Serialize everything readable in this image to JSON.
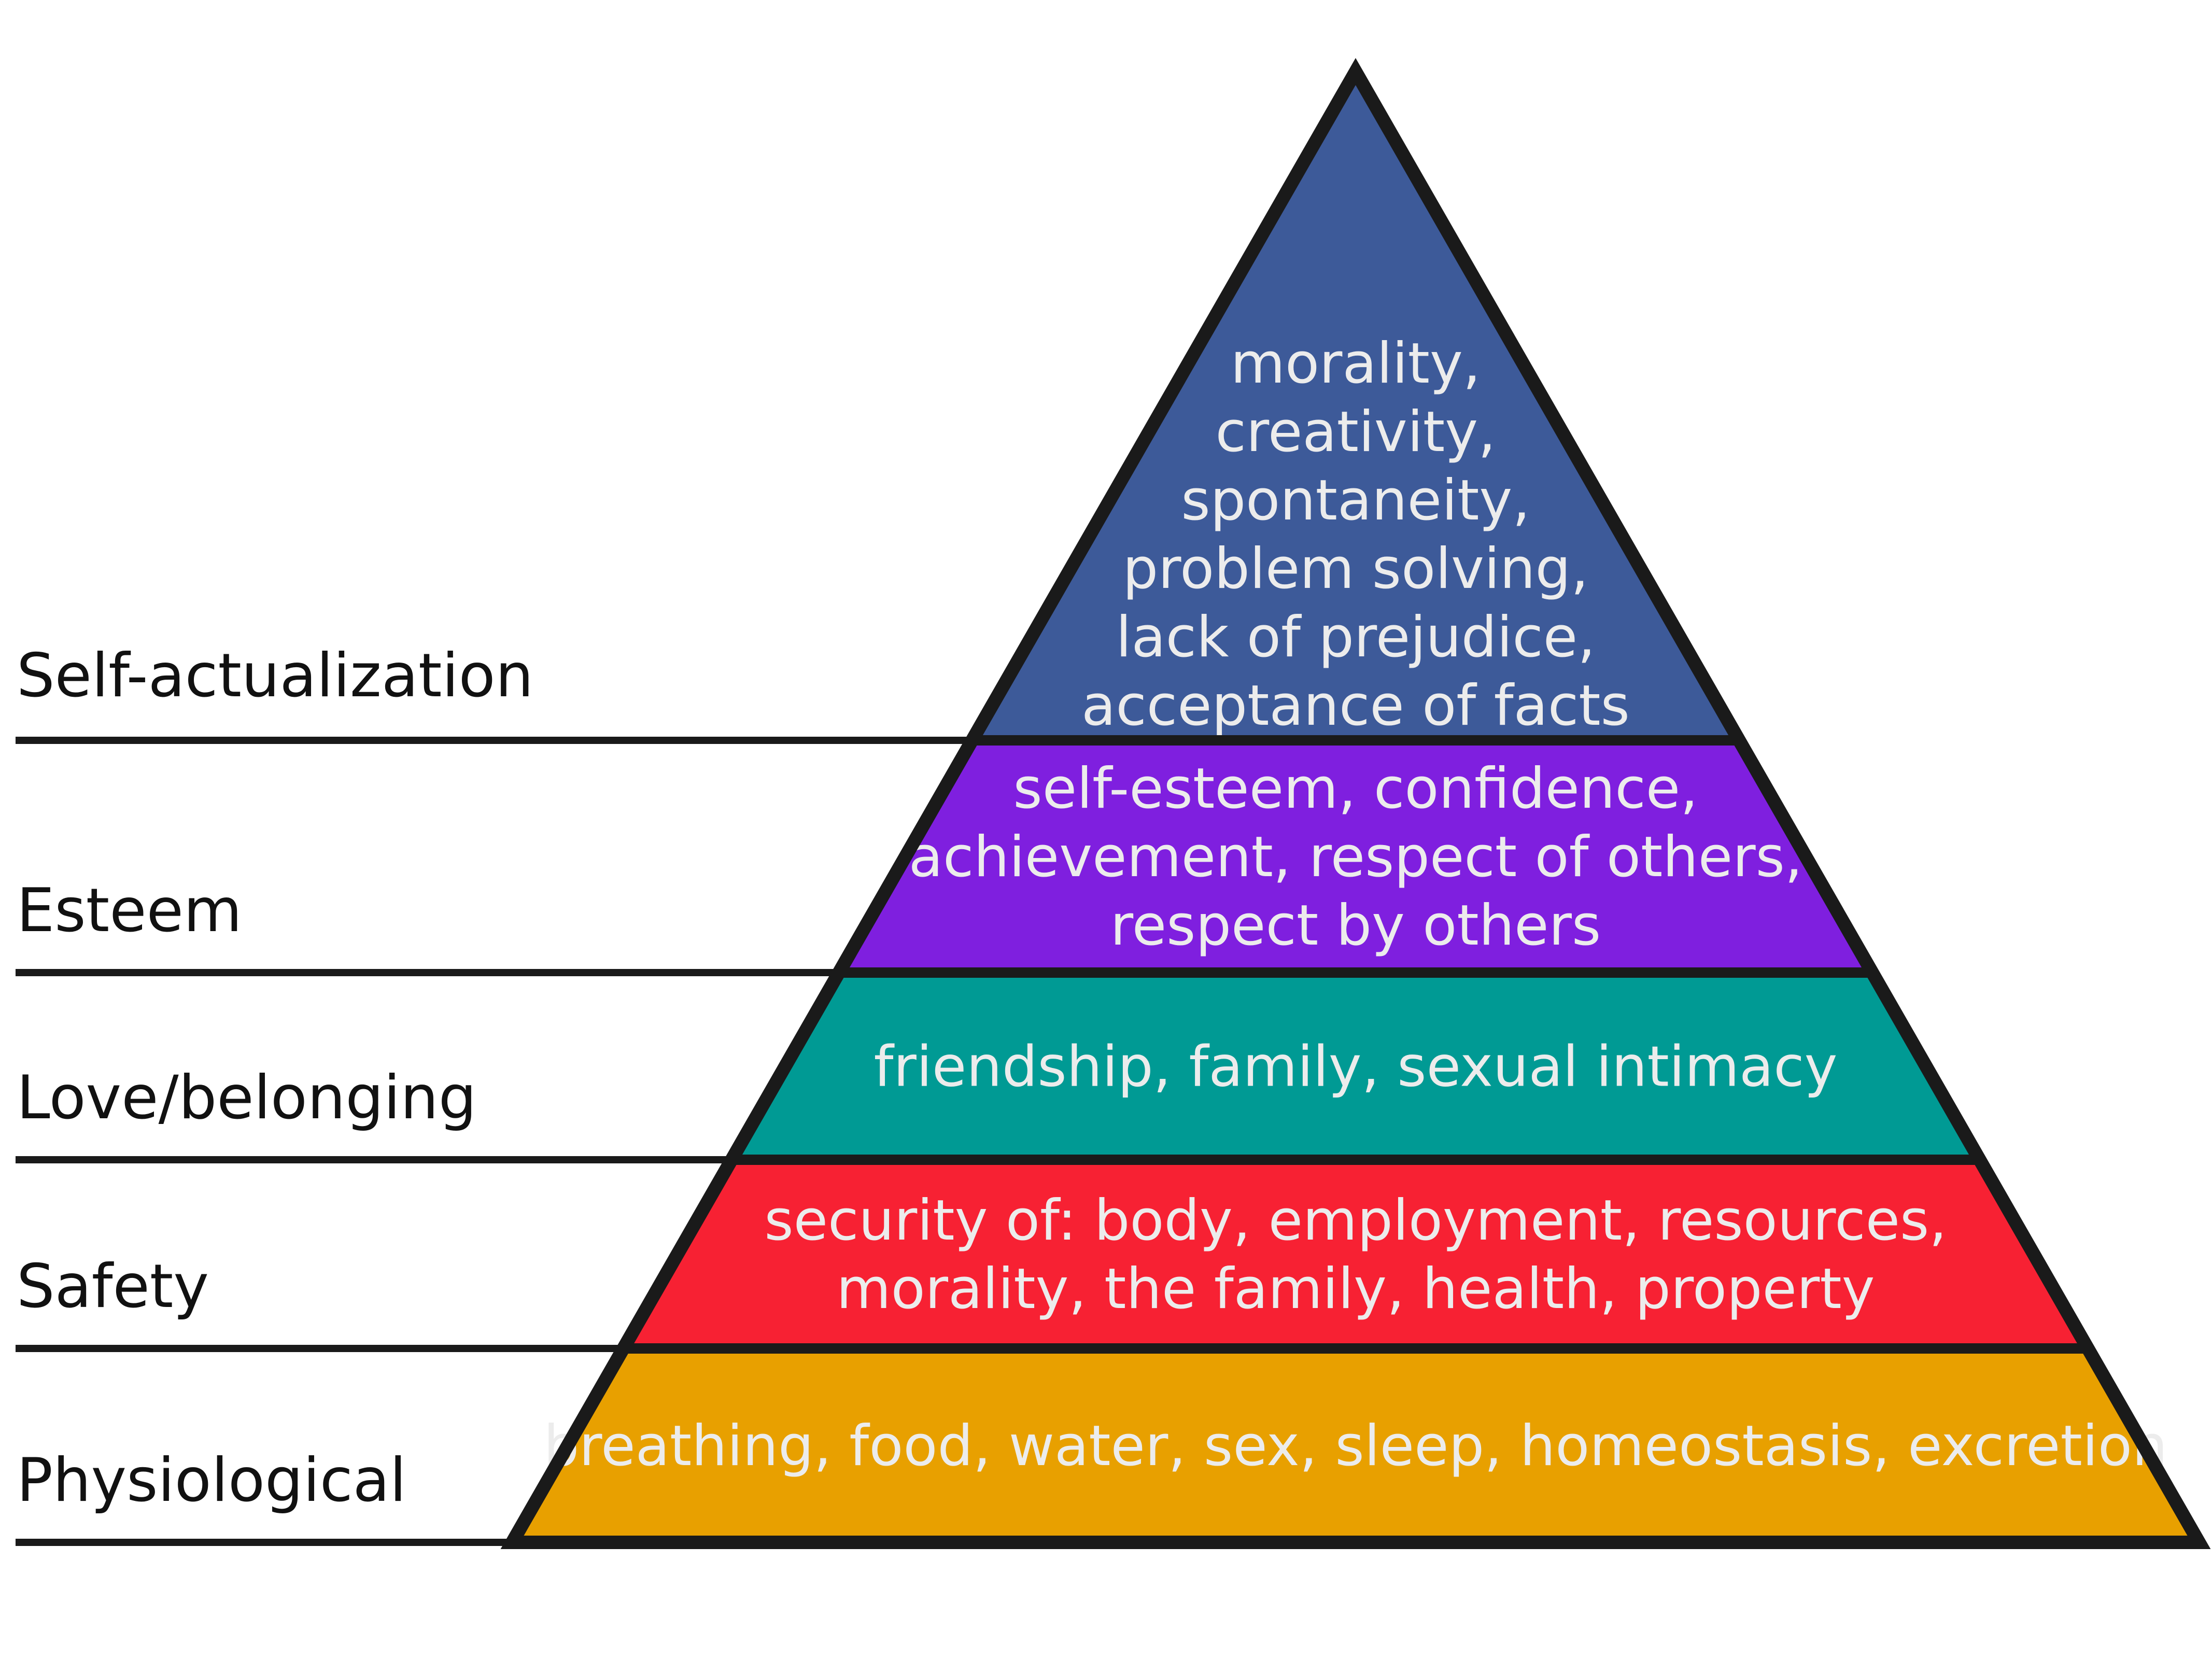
{
  "pyramid": {
    "outline_color": "#1a1a1a",
    "text_color": "#ececec",
    "label_color": "#111111",
    "levels": [
      {
        "label": "Self-actualization",
        "color": "#3d5a99",
        "lines": [
          "morality,",
          "creativity,",
          "spontaneity,",
          "problem solving,",
          "lack of prejudice,",
          "acceptance of facts"
        ]
      },
      {
        "label": "Esteem",
        "color": "#7f1fdf",
        "lines": [
          "self-esteem, confidence,",
          "achievement, respect of others,",
          "respect by others"
        ]
      },
      {
        "label": "Love/belonging",
        "color": "#009a94",
        "lines": [
          "friendship, family, sexual intimacy"
        ]
      },
      {
        "label": "Safety",
        "color": "#f72133",
        "lines": [
          "security of: body, employment, resources,",
          "morality, the family, health, property"
        ]
      },
      {
        "label": "Physiological",
        "color": "#e8a000",
        "lines": [
          "breathing, food, water, sex, sleep, homeostasis, excretion"
        ]
      }
    ]
  }
}
